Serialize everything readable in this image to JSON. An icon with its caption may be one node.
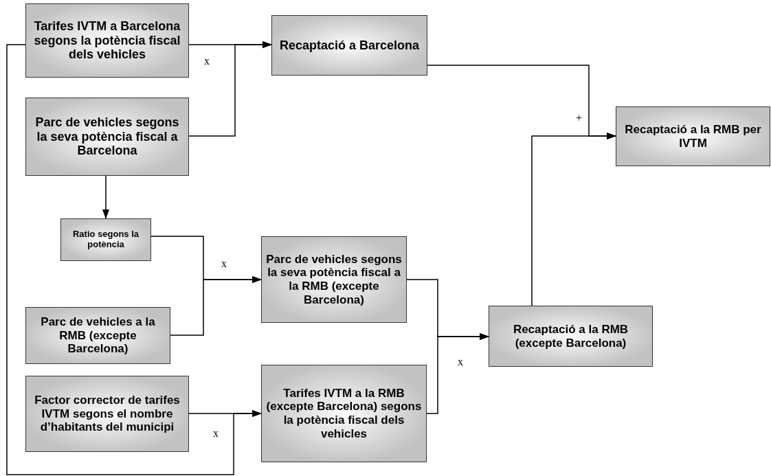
{
  "diagram": {
    "nodes": [
      {
        "text": [
          "Tarifes IVTM a Barcelona segons la potència fiscal dels vehicles"
        ]
      },
      {
        "text": [
          "Recaptació a Barcelona"
        ]
      },
      {
        "text": [
          "Recaptació a la RMB per IVTM"
        ]
      },
      {
        "text": [
          "Parc de vehicles segons la seva potència fiscal a Barcelona"
        ]
      },
      {
        "text": [
          "Ratio segons la potència"
        ]
      },
      {
        "text": [
          "Parc de vehicles segons la seva potència fiscal a la RMB (excepte Barcelona)"
        ]
      },
      {
        "text": [
          "Parc de vehicles a la RMB (excepte Barcelona)"
        ]
      },
      {
        "text": [
          "Recaptació a la RMB (excepte Barcelona)"
        ]
      },
      {
        "text": [
          "Factor corrector de tarifes IVTM segons el nombre d’habitants del municipi"
        ]
      },
      {
        "text": [
          "Tarifes IVTM a la RMB (excepte Barcelona) segons la potència fiscal dels vehicles"
        ]
      }
    ],
    "edges": [
      {
        "from": 0,
        "to": 1,
        "arrow": "to"
      },
      {
        "from": 3,
        "to": 1,
        "arrow": "to"
      },
      {
        "from": 1,
        "to": 2,
        "arrow": "to"
      },
      {
        "from": 7,
        "to": 2,
        "arrow": "to"
      },
      {
        "from": 3,
        "to": 4,
        "arrow": "to"
      },
      {
        "from": 4,
        "to": 5,
        "arrow": "to"
      },
      {
        "from": 6,
        "to": 5,
        "arrow": "to"
      },
      {
        "from": 5,
        "to": 7,
        "arrow": "to"
      },
      {
        "from": 9,
        "to": 7,
        "arrow": "to"
      },
      {
        "from": 8,
        "to": 9,
        "arrow": "to"
      },
      {
        "from": 0,
        "to": 9,
        "arrow": "to"
      }
    ],
    "labels": [
      "x",
      "+",
      "x",
      "x",
      "x"
    ]
  }
}
